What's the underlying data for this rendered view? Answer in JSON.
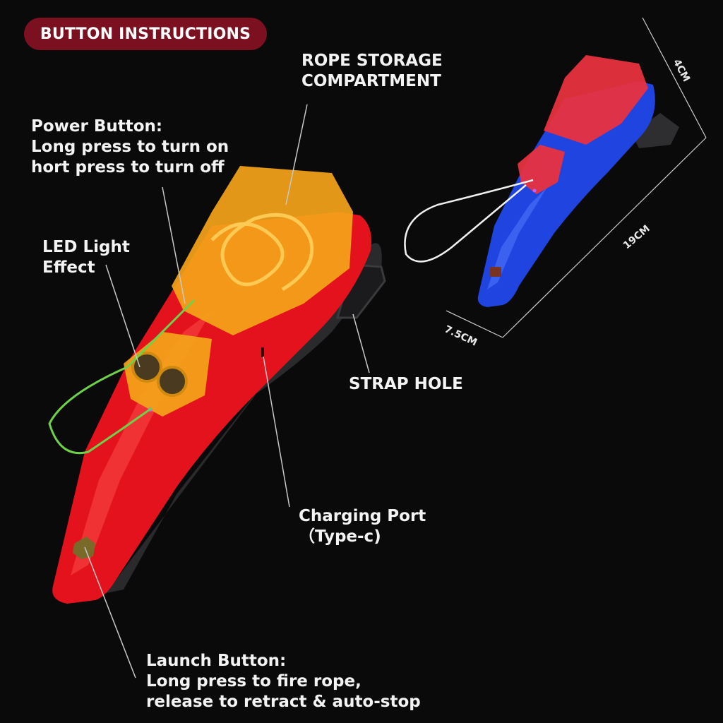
{
  "header": {
    "badge": "BUTTON INSTRUCTIONS"
  },
  "callouts": {
    "rope_storage": {
      "line1": "ROPE STORAGE",
      "line2": "COMPARTMENT"
    },
    "power_button": {
      "line1": "Power Button:",
      "line2": "Long press to turn on",
      "line3": "hort press to turn off"
    },
    "led_light": {
      "line1": "LED Light",
      "line2": "Effect"
    },
    "strap_hole": {
      "line1": "STRAP HOLE"
    },
    "charging_port": {
      "line1": "Charging Port",
      "line2": "（Type-c)"
    },
    "launch_button": {
      "line1": "Launch Button:",
      "line2": "Long press to fire rope,",
      "line3": "release to retract & auto-stop"
    }
  },
  "dimensions": {
    "height": "4CM",
    "length": "19CM",
    "width": "7.5CM"
  },
  "colors": {
    "background": "#0a0a0b",
    "badge": "#7a1020",
    "body_red": "#e3121c",
    "compartment_orange": "#f5a41a",
    "rope_green": "#6fd14a",
    "body_blue": "#1f44e0",
    "compartment_red": "#e8323f",
    "rope_white": "#f0f0f0"
  }
}
